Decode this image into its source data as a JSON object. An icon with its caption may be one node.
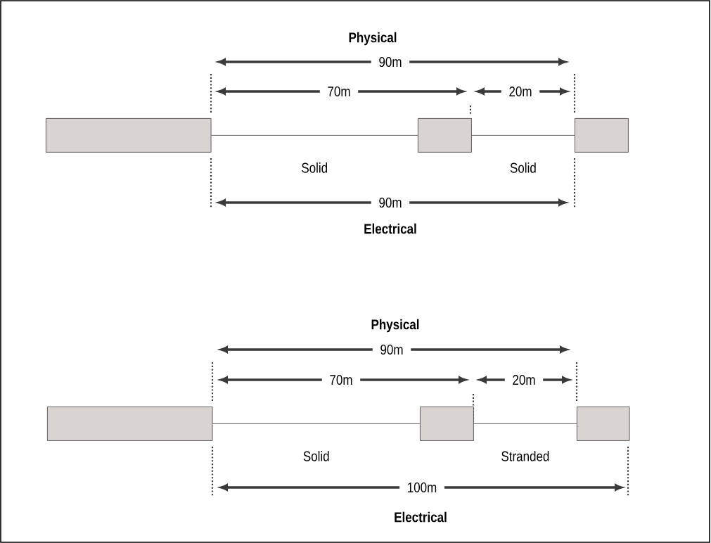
{
  "diagram": {
    "nodes": [
      {
        "text": [],
        "shape": "box"
      },
      {
        "text": [],
        "shape": "box"
      },
      {
        "text": [],
        "shape": "box"
      },
      {
        "text": [],
        "shape": "box"
      },
      {
        "text": [],
        "shape": "box"
      },
      {
        "text": [],
        "shape": "box"
      }
    ],
    "edges": [
      {
        "from": 0,
        "to": 1,
        "arrow": "none",
        "label": "Solid"
      },
      {
        "from": 1,
        "to": 2,
        "arrow": "none",
        "label": "Solid"
      },
      {
        "from": 3,
        "to": 4,
        "arrow": "none",
        "label": "Solid"
      },
      {
        "from": 4,
        "to": 5,
        "arrow": "none",
        "label": "Stranded"
      }
    ],
    "labels": [
      "Physical",
      "90m",
      "70m",
      "20m",
      "90m",
      "Electrical",
      "Physical",
      "90m",
      "70m",
      "20m",
      "100m",
      "Electrical"
    ]
  }
}
